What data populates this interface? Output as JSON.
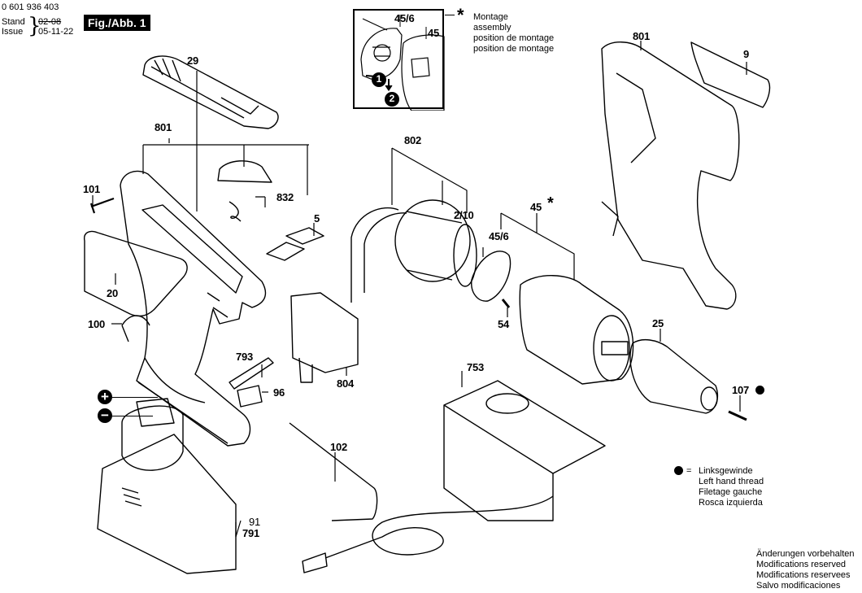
{
  "header": {
    "part_number": "0 601 936 403",
    "stand_label": "Stand",
    "stand_value": "02-08",
    "issue_label": "Issue",
    "issue_value": "05-11-22",
    "figure_label": "Fig./Abb. 1"
  },
  "inset": {
    "labels": {
      "part_45_6": "45/6",
      "part_45": "45",
      "step_1": "1",
      "step_2": "2"
    },
    "star": "*",
    "notes": [
      "Montage",
      "assembly",
      "position de montage",
      "position de montage"
    ]
  },
  "parts": {
    "p29": "29",
    "p801_left": "801",
    "p101": "101",
    "p832": "832",
    "p5": "5",
    "p20": "20",
    "p100": "100",
    "p793": "793",
    "p96": "96",
    "p804": "804",
    "p102": "102",
    "p91": "91",
    "p791": "791",
    "p802": "802",
    "p2_10": "2/10",
    "p45": "45",
    "p45_star": "*",
    "p45_6": "45/6",
    "p54": "54",
    "p753": "753",
    "p801_right": "801",
    "p9": "9",
    "p25": "25",
    "p107": "107"
  },
  "battery_terminals": {
    "plus": "+",
    "minus": "−"
  },
  "legend": {
    "symbol": "bullet",
    "equals": "=",
    "lines": [
      "Linksgewinde",
      "Left hand thread",
      "Filetage gauche",
      "Rosca izquierda"
    ]
  },
  "footer": {
    "lines": [
      "Änderungen vorbehalten",
      "Modifications reserved",
      "Modifications reservees",
      "Salvo modificaciones"
    ]
  }
}
